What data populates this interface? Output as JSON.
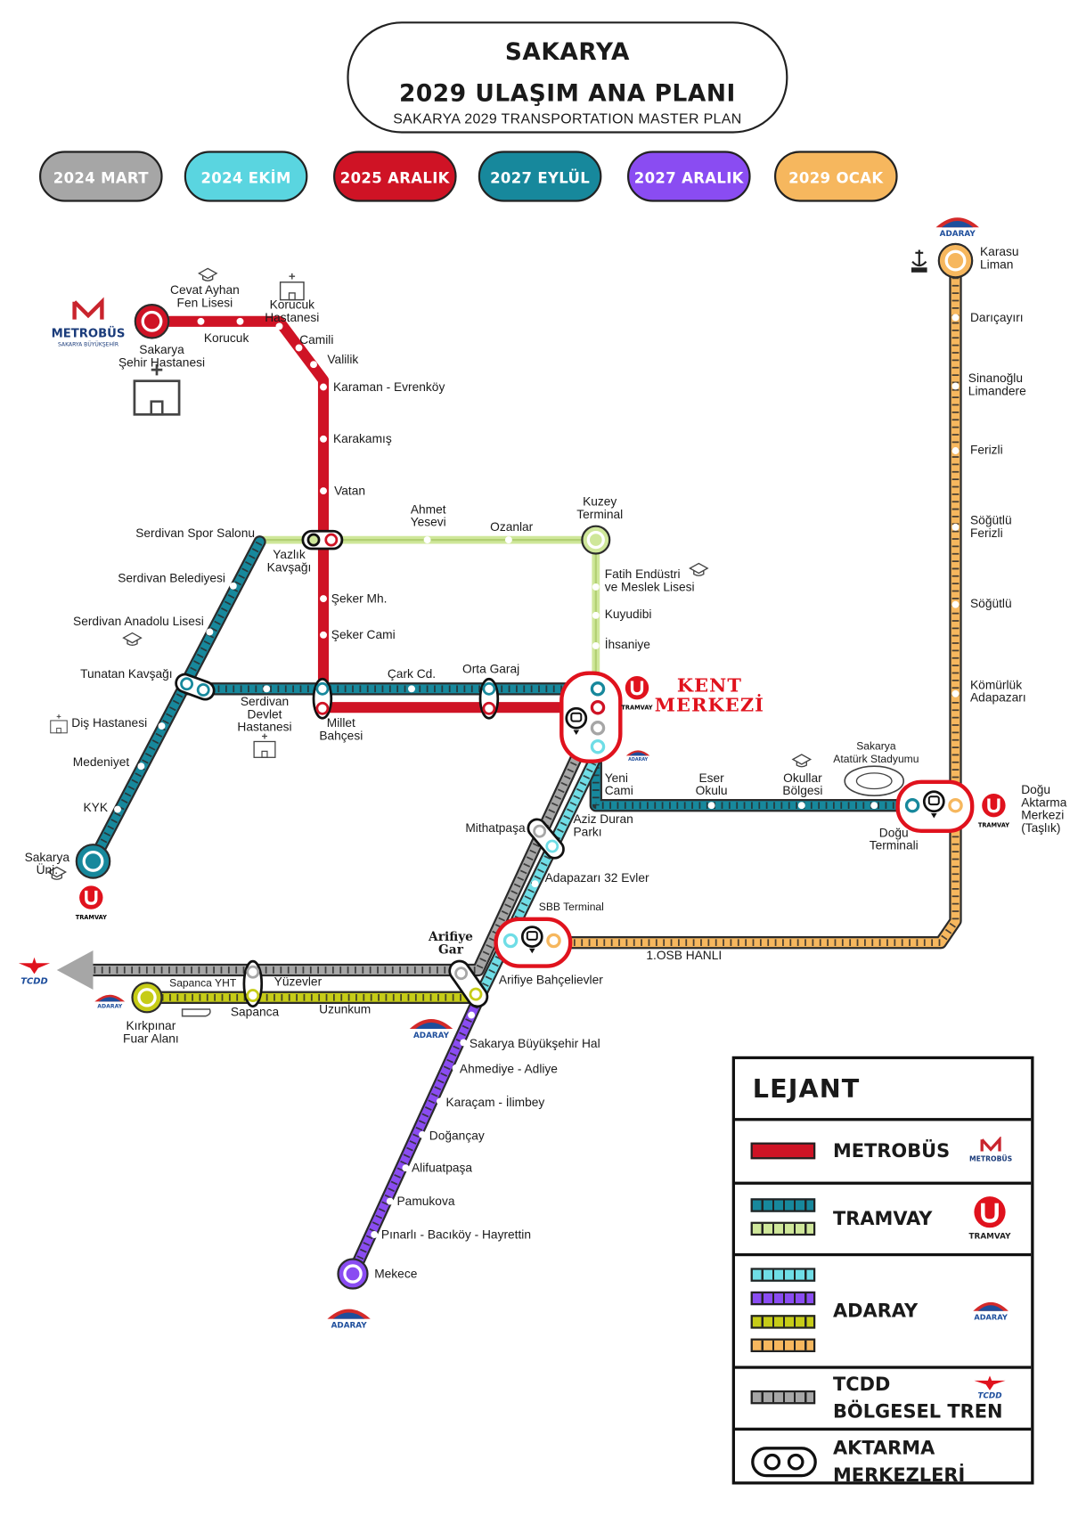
{
  "title": {
    "line1": "SAKARYA",
    "line2": "2029 ULAŞIM ANA PLANI",
    "subtitle": "SAKARYA 2029 TRANSPORTATION MASTER PLAN"
  },
  "phases": [
    {
      "label": "2024 MART",
      "color": "#a6a6a6"
    },
    {
      "label": "2024 EKİM",
      "color": "#5ad5e0"
    },
    {
      "label": "2025 ARALIK",
      "color": "#cf1325"
    },
    {
      "label": "2027 EYLÜL",
      "color": "#17889c"
    },
    {
      "label": "2027 ARALIK",
      "color": "#8a4cf2"
    },
    {
      "label": "2029 OCAK",
      "color": "#f6b75e"
    }
  ],
  "colors": {
    "metrobus": "#cf1325",
    "tram_blue": "#17889c",
    "tram_green": "#cfe79a",
    "adaray_cyan": "#6fdde6",
    "adaray_purple": "#8a4cf2",
    "adaray_yellow": "#c6cc17",
    "adaray_orange": "#f6b75e",
    "tcdd_gray": "#a6a6a6",
    "kent_red": "#e0121d"
  },
  "stations": {
    "metrobus": [
      "Cevat Ayhan Fen Lisesi",
      "Korucuk",
      "Korucuk Hastanesi",
      "Camili",
      "Valilik",
      "Karaman - Evrenköy",
      "Karakamış",
      "Vatan",
      "Şeker Mh.",
      "Şeker Cami",
      "Millet Bahçesi",
      "Sakarya Şehir Hastanesi"
    ],
    "tram_blue": [
      "Serdivan Spor Salonu",
      "Serdivan Belediyesi",
      "Serdivan Anadolu Lisesi",
      "Tunatan Kavşağı",
      "Diş Hastanesi",
      "Medeniyet",
      "KYK",
      "Sakarya Üni.",
      "Serdivan Devlet Hastanesi",
      "Çark Cd.",
      "Orta Garaj",
      "Yeni Cami",
      "Eser Okulu",
      "Okullar Bölgesi",
      "Sakarya Atatürk Stadyumu",
      "Doğu Terminali"
    ],
    "tram_green": [
      "Yazlık Kavşağı",
      "Ahmet Yesevi",
      "Ozanlar",
      "Kuzey Terminal",
      "Fatih Endüstri ve Meslek Lisesi",
      "Kuyudibi",
      "İhsaniye"
    ],
    "adaray": [
      "Karasu Liman",
      "Darıçayırı",
      "Sinanoğlu Limandere",
      "Ferizli",
      "Söğütlü Ferizli",
      "Söğütlü",
      "Kömürlük Adapazarı",
      "Doğu Aktarma Merkezi (Taşlık)",
      "1.OSB HANLI",
      "SBB Terminal",
      "Adapazarı 32 Evler",
      "Aziz Duran Parkı",
      "Mithatpaşa",
      "Arifiye Gar",
      "Arifiye Bahçelievler",
      "Sakarya Büyükşehir Hal",
      "Ahmediye - Adliye",
      "Karaçam - İlimbey",
      "Doğançay",
      "Alifuatpaşa",
      "Pamukova",
      "Pınarlı - Bacıköy - Hayrettin",
      "Mekece",
      "Sapanca YHT",
      "Yüzevler",
      "Sapanca",
      "Uzunkum",
      "Kırkpınar Fuar Alanı"
    ]
  },
  "labels": {
    "cevat": "Cevat Ayhan\nFen Lisesi",
    "korucuk": "Korucuk",
    "korucuk_hast": "Korucuk\nHastanesi",
    "camili": "Camili",
    "valilik": "Valilik",
    "karaman": "Karaman - Evrenköy",
    "karakamis": "Karakamış",
    "vatan": "Vatan",
    "seker_mh": "Şeker Mh.",
    "seker_cami": "Şeker Cami",
    "millet": "Millet\nBahçesi",
    "sehir_hast": "Sakarya\nŞehir Hastanesi",
    "spor": "Serdivan Spor Salonu",
    "belediye": "Serdivan Belediyesi",
    "anadolu": "Serdivan Anadolu Lisesi",
    "tunatan": "Tunatan Kavşağı",
    "dis": "Diş Hastanesi",
    "medeniyet": "Medeniyet",
    "kyk": "KYK",
    "sau": "Sakarya\nÜni.",
    "devlet": "Serdivan\nDevlet\nHastanesi",
    "cark": "Çark Cd.",
    "orta": "Orta Garaj",
    "yazlik": "Yazlık\nKavşağı",
    "yesevi": "Ahmet\nYesevi",
    "ozanlar": "Ozanlar",
    "kuzey": "Kuzey\nTerminal",
    "fatih": "Fatih Endüstri\nve Meslek Lisesi",
    "kuyudibi": "Kuyudibi",
    "ihsaniye": "İhsaniye",
    "yeni_cami": "Yeni\nCami",
    "eser": "Eser\nOkulu",
    "okullar": "Okullar\nBölgesi",
    "stadyum": "Sakarya\nAtatürk Stadyumu",
    "dogu_term": "Doğu\nTerminali",
    "dogu_aktarma": "Doğu\nAktarma\nMerkezi\n(Taşlık)",
    "karasu": "Karasu\nLiman",
    "daricayiri": "Darıçayırı",
    "sinanoglu": "Sinanoğlu\nLimandere",
    "ferizli": "Ferizli",
    "sogutlu_ferizli": "Söğütlü\nFerizli",
    "sogutlu": "Söğütlü",
    "komurluk": "Kömürlük\nAdapazarı",
    "osb": "1.OSB HANLI",
    "sbb": "SBB Terminal",
    "evler": "Adapazarı 32 Evler",
    "aziz": "Aziz Duran\nParkı",
    "mithat": "Mithatpaşa",
    "arifiye_gar": "Arifiye\nGar",
    "bahcelievler": "Arifiye Bahçelievler",
    "hal": "Sakarya Büyükşehir Hal",
    "ahmediye": "Ahmediye - Adliye",
    "karacam": "Karaçam - İlimbey",
    "dogancay": "Doğançay",
    "alifuat": "Alifuatpaşa",
    "pamukova": "Pamukova",
    "pinarli": "Pınarlı - Bacıköy - Hayrettin",
    "mekece": "Mekece",
    "sapanca_yht": "Sapanca YHT",
    "yuzevler": "Yüzevler",
    "sapanca": "Sapanca",
    "uzunkum": "Uzunkum",
    "kirkpinar": "Kırkpınar\nFuar Alanı"
  },
  "kent_merkezi": "KENT\nMERKEZİ",
  "logos": {
    "metrobus": "METROBÜS",
    "metrobus_sub": "SAKARYA BÜYÜKŞEHİR",
    "tramvay": "TRAMVAY",
    "adaray": "ADARAY",
    "tcdd": "TCDD"
  },
  "legend": {
    "title": "LEJANT",
    "rows": [
      {
        "label": "METROBÜS"
      },
      {
        "label": "TRAMVAY"
      },
      {
        "label": "ADARAY"
      },
      {
        "label": "TCDD\nBÖLGESEL TREN"
      },
      {
        "label": "AKTARMA\nMERKEZLERİ"
      }
    ]
  }
}
